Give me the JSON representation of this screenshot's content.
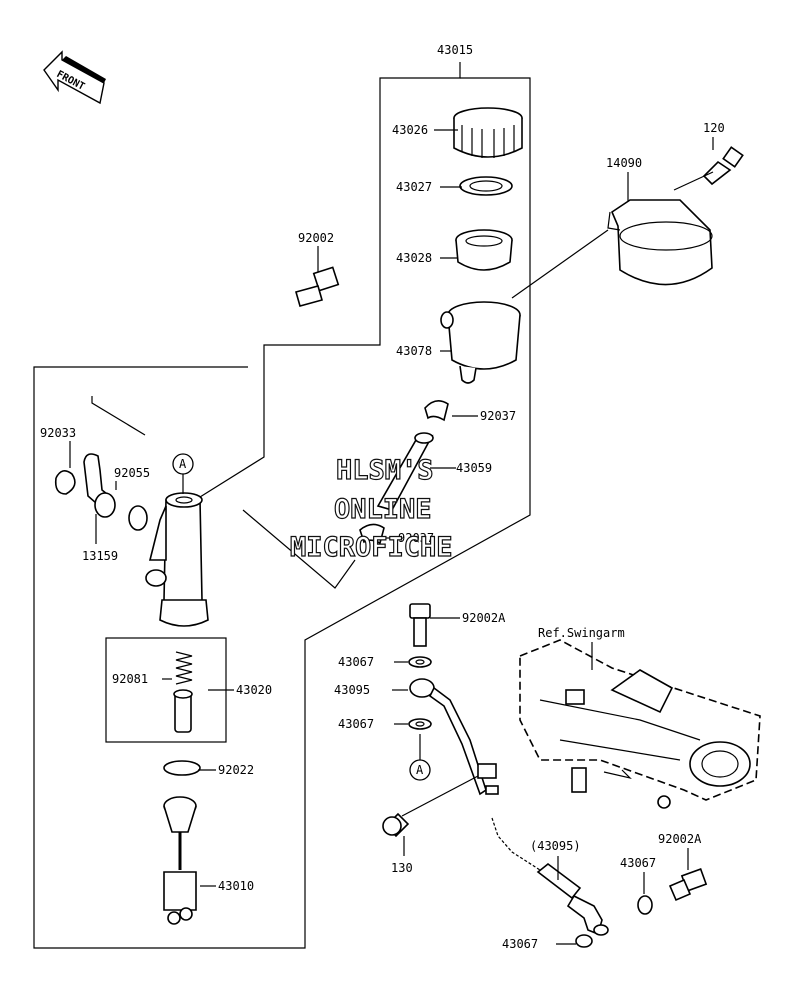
{
  "front_tag": "FRONT",
  "ref_label": "Ref.Swingarm",
  "circle_label": "A",
  "watermark": [
    "HLSM'S",
    "ONLINE",
    "MICROFICHE"
  ],
  "parts": [
    {
      "id": "43015",
      "label": "43015"
    },
    {
      "id": "43026",
      "label": "43026"
    },
    {
      "id": "43027",
      "label": "43027"
    },
    {
      "id": "43028",
      "label": "43028"
    },
    {
      "id": "43078",
      "label": "43078"
    },
    {
      "id": "92037a",
      "label": "92037"
    },
    {
      "id": "43059",
      "label": "43059"
    },
    {
      "id": "92037b",
      "label": "92037"
    },
    {
      "id": "120",
      "label": "120"
    },
    {
      "id": "14090",
      "label": "14090"
    },
    {
      "id": "92002",
      "label": "92002"
    },
    {
      "id": "92033",
      "label": "92033"
    },
    {
      "id": "92055",
      "label": "92055"
    },
    {
      "id": "13159",
      "label": "13159"
    },
    {
      "id": "92081",
      "label": "92081"
    },
    {
      "id": "43020",
      "label": "43020"
    },
    {
      "id": "92022",
      "label": "92022"
    },
    {
      "id": "43010",
      "label": "43010"
    },
    {
      "id": "92002A_a",
      "label": "92002A"
    },
    {
      "id": "43067_a",
      "label": "43067"
    },
    {
      "id": "43095",
      "label": "43095"
    },
    {
      "id": "43067_b",
      "label": "43067"
    },
    {
      "id": "130",
      "label": "130"
    },
    {
      "id": "43095p",
      "label": "(43095)"
    },
    {
      "id": "92002A_b",
      "label": "92002A"
    },
    {
      "id": "43067_c",
      "label": "43067"
    },
    {
      "id": "43067_d",
      "label": "43067"
    }
  ]
}
